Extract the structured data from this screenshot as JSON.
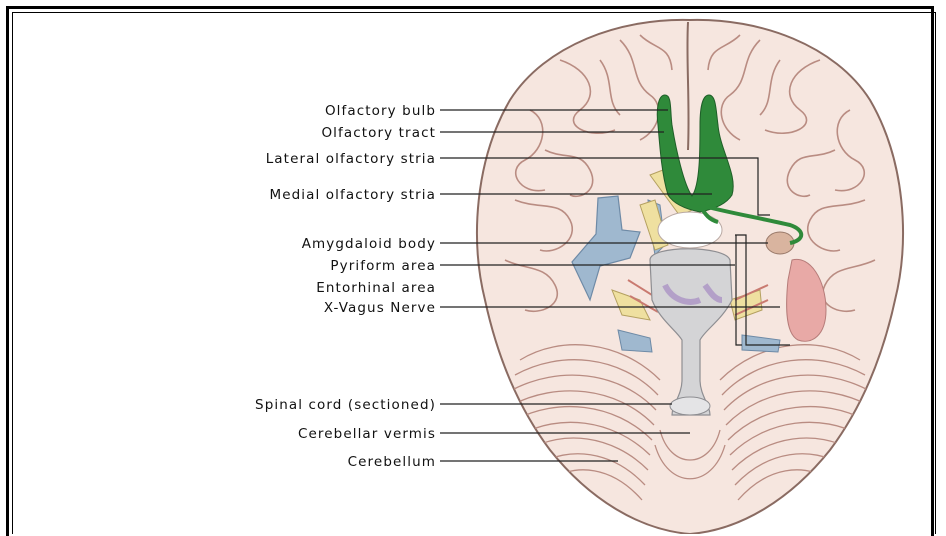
{
  "labels": {
    "olfactory_bulb": "Olfactory bulb",
    "olfactory_tract": "Olfactory tract",
    "lateral_olfactory_stria": "Lateral olfactory stria",
    "medial_olfactory_stria": "Medial olfactory stria",
    "amygdaloid_body": "Amygdaloid body",
    "pyriform_area": "Pyriform area",
    "entorhinal_area": "Entorhinal area",
    "vagus_nerve": "X-Vagus Nerve",
    "spinal_cord": "Spinal cord (sectioned)",
    "cerebellar_vermis": "Cerebellar vermis",
    "cerebellum": "Cerebellum"
  },
  "colors": {
    "brain_fill": "#f6e6df",
    "brain_outline": "#8a6b62",
    "gyri": "#b98c82",
    "olfactory_green": "#2f8a3a",
    "nerve_blue": "#9fb8cf",
    "nerve_yellow": "#efe0a0",
    "brainstem_gray": "#d4d4d6",
    "pyriform_pink": "#e8a9a6",
    "leader_line": "#222222"
  }
}
